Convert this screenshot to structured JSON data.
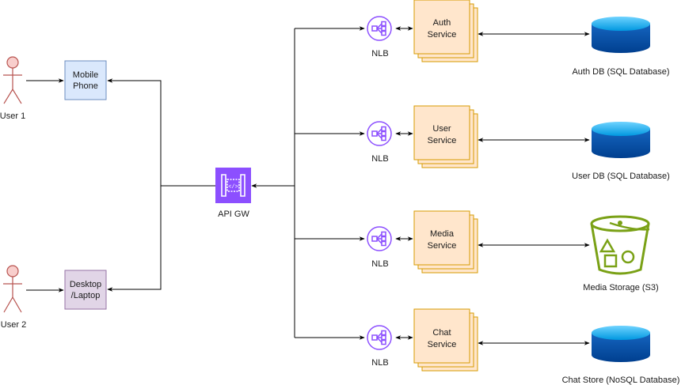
{
  "users": [
    {
      "label": "User 1"
    },
    {
      "label": "User 2"
    }
  ],
  "clients": [
    {
      "line1": "Mobile",
      "line2": "Phone"
    },
    {
      "line1": "Desktop",
      "line2": "/Laptop"
    }
  ],
  "gateway": {
    "label": "API GW"
  },
  "nlb_label": "NLB",
  "services": [
    {
      "line1": "Auth",
      "line2": "Service"
    },
    {
      "line1": "User",
      "line2": "Service"
    },
    {
      "line1": "Media",
      "line2": "Service"
    },
    {
      "line1": "Chat",
      "line2": "Service"
    }
  ],
  "stores": [
    {
      "label": "Auth DB (SQL Database)"
    },
    {
      "label": "User DB (SQL Database)"
    },
    {
      "label": "Media Storage (S3)"
    },
    {
      "label": "Chat Store (NoSQL Database)"
    }
  ],
  "colors": {
    "actor": "#b85450",
    "actor_fill": "#f8cecc",
    "mobile_fill": "#dae8fc",
    "mobile_stroke": "#6c8ebf",
    "desktop_fill": "#e1d5e7",
    "desktop_stroke": "#9673a6",
    "gateway": "#8c4fff",
    "nlb": "#8c4fff",
    "service_fill": "#ffe6cc",
    "service_stroke": "#d79b00",
    "db_top": "#00a2e8",
    "db_body": "#003f8f",
    "s3": "#7aa116"
  }
}
